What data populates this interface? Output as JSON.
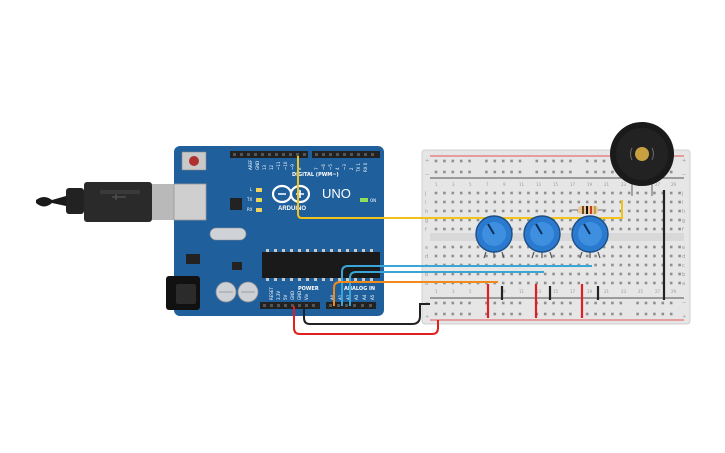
{
  "board": {
    "brand": "ARDUINO",
    "model": "UNO",
    "digital_header_label": "DIGITAL (PWM~)",
    "power_header_label": "POWER",
    "analog_header_label": "ANALOG IN",
    "on_led_label": "ON",
    "tx_label": "TX",
    "rx_label": "RX",
    "l_label": "L",
    "aref_label": "AREF",
    "gnd_label": "GND",
    "reset_label": "RESET",
    "v33_label": "3.3V",
    "v5_label": "5V",
    "vin_label": "Vin",
    "digital_pins": [
      "13",
      "12",
      "~11",
      "~10",
      "~9",
      "8",
      "7",
      "~6",
      "~5",
      "4",
      "~3",
      "2",
      "TX 1",
      "RX 0"
    ],
    "analog_pins": [
      "A0",
      "A1",
      "A2",
      "A3",
      "A4",
      "A5"
    ]
  },
  "breadboard": {
    "row_letters_top": [
      "j",
      "i",
      "h",
      "g",
      "f"
    ],
    "row_letters_bottom": [
      "e",
      "d",
      "c",
      "b",
      "a"
    ],
    "rail_plus": "+",
    "rail_minus": "−",
    "column_numbers": [
      "1",
      "3",
      "5",
      "7",
      "9",
      "11",
      "13",
      "15",
      "17",
      "19",
      "21",
      "23",
      "25",
      "27",
      "29"
    ]
  },
  "components": {
    "potentiometers": 3,
    "resistors": 1,
    "piezo_buzzer": 1
  },
  "colors": {
    "arduino_blue": "#1f5f9c",
    "header_black": "#222222",
    "breadboard": "#e6e6e6",
    "rail_red": "#e02020",
    "rail_black": "#222222",
    "wire_yellow": "#f2c21a",
    "wire_blue": "#3aa6d8",
    "wire_orange": "#f08a1a",
    "wire_red": "#e02020",
    "wire_black": "#222222",
    "pot_blue": "#2a7ad0",
    "buzzer_black": "#1a1a1a",
    "buzzer_center": "#c8a040"
  }
}
